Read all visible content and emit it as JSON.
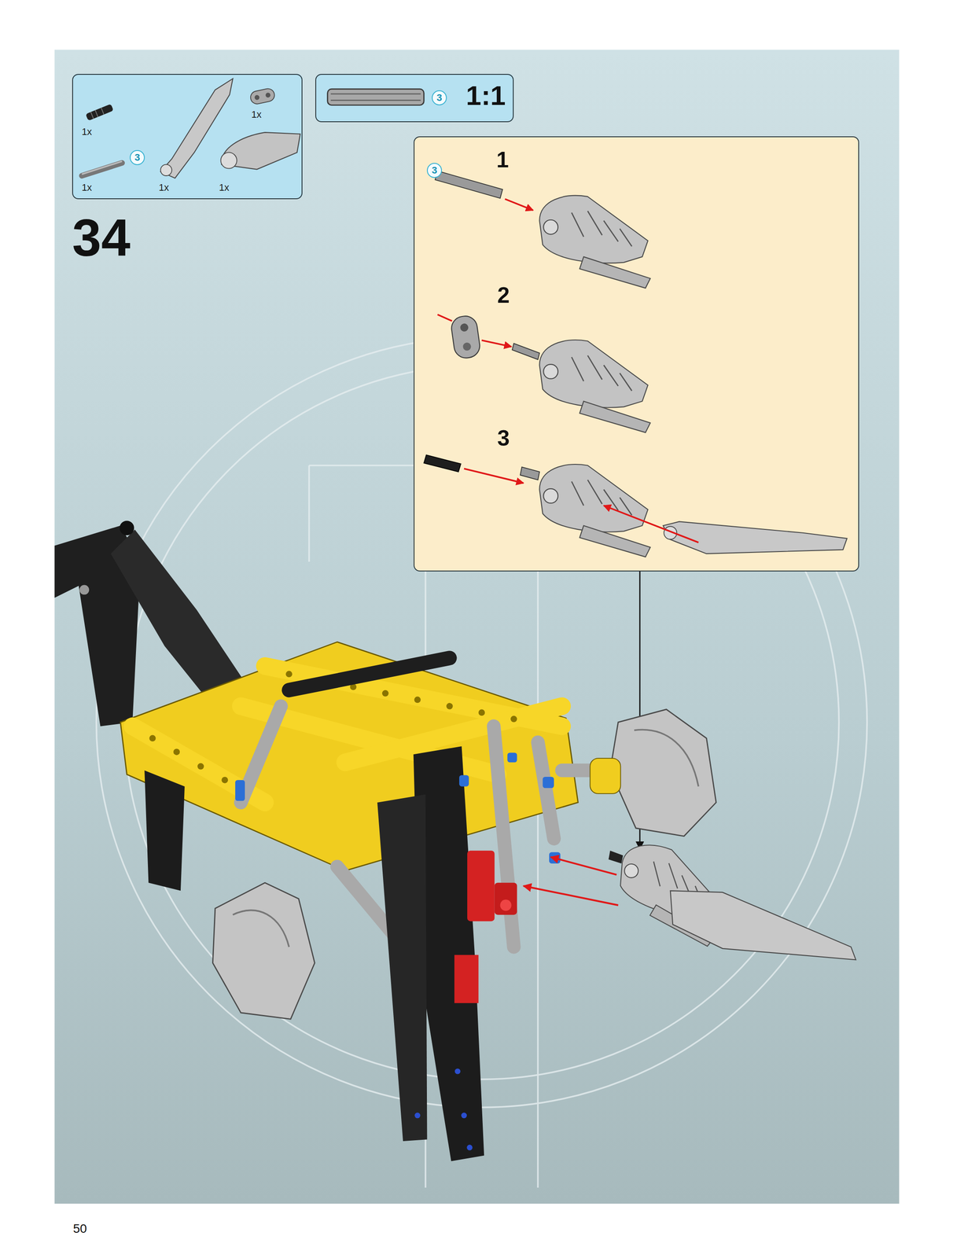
{
  "diagram": {
    "nodes": [
      {
        "text": [
          "1x",
          "1x",
          "1x",
          "1x",
          "1x"
        ]
      },
      {
        "text": [
          "3"
        ],
        "in": 0
      },
      {
        "text": [
          "1:1"
        ]
      },
      {
        "text": [
          "3"
        ],
        "in": 2
      },
      {
        "text": [
          "1",
          "2",
          "3"
        ]
      },
      {
        "text": [
          "3"
        ],
        "in": 4
      }
    ],
    "labels": [
      "34",
      "50"
    ]
  }
}
